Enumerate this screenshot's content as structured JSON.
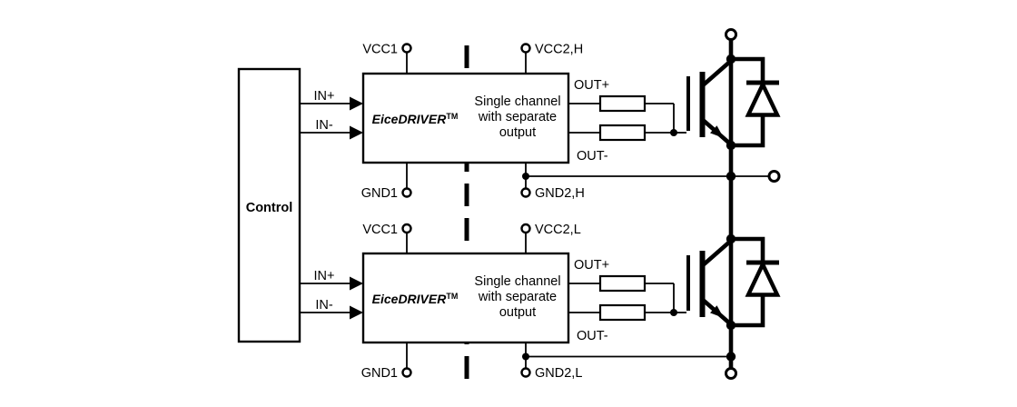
{
  "colors": {
    "ink": "#000000",
    "background": "#ffffff"
  },
  "control": {
    "label": "Control"
  },
  "drivers": [
    {
      "id": "high-side",
      "name": "EiceDRIVER",
      "trademark": "TM",
      "description": [
        "Single channel",
        "with separate",
        "output"
      ],
      "pins": {
        "vcc1": "VCC1",
        "gnd1": "GND1",
        "vcc2": "VCC2,H",
        "gnd2": "GND2,H",
        "in_plus": "IN+",
        "in_minus": "IN-",
        "out_plus": "OUT+",
        "out_minus": "OUT-"
      }
    },
    {
      "id": "low-side",
      "name": "EiceDRIVER",
      "trademark": "TM",
      "description": [
        "Single channel",
        "with separate",
        "output"
      ],
      "pins": {
        "vcc1": "VCC1",
        "gnd1": "GND1",
        "vcc2": "VCC2,L",
        "gnd2": "GND2,L",
        "in_plus": "IN+",
        "in_minus": "IN-",
        "out_plus": "OUT+",
        "out_minus": "OUT-"
      }
    }
  ]
}
